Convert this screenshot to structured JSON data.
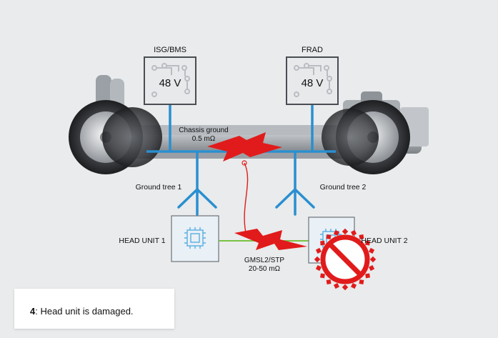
{
  "modules": {
    "isg_bms": {
      "title": "ISG/BMS",
      "voltage": "48 V"
    },
    "frad": {
      "title": "FRAD",
      "voltage": "48 V"
    }
  },
  "chassis_ground": {
    "label": "Chassis ground",
    "value": "0.5 mΩ"
  },
  "ground_trees": {
    "tree1": "Ground tree 1",
    "tree2": "Ground tree 2"
  },
  "head_units": {
    "unit1": "HEAD UNIT 1",
    "unit2": "HEAD UNIT 2"
  },
  "link": {
    "label": "GMSL2/STP",
    "value": "20-50 mΩ"
  },
  "caption": {
    "number": "4",
    "text": ": Head unit is damaged."
  },
  "colors": {
    "wire": "#2a8fd0",
    "spark": "#e11b1b",
    "warning": "#e11b1b",
    "link_green": "#7ac143",
    "board_bg": "#e6e8ea"
  }
}
